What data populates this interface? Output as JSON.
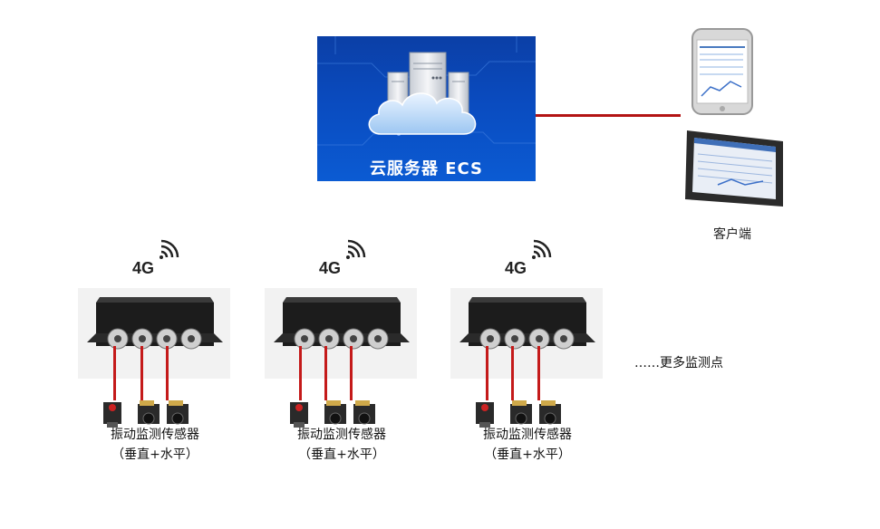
{
  "cloud": {
    "label": "云服务器 ECS"
  },
  "client": {
    "label": "客户端"
  },
  "network": {
    "badge": "4G"
  },
  "sensor": {
    "name": "振动监测传感器",
    "axes": "（垂直+水平）"
  },
  "more": {
    "label": "……更多监测点"
  },
  "colors": {
    "link": "#b31414",
    "banner": "#0a4bbf"
  }
}
